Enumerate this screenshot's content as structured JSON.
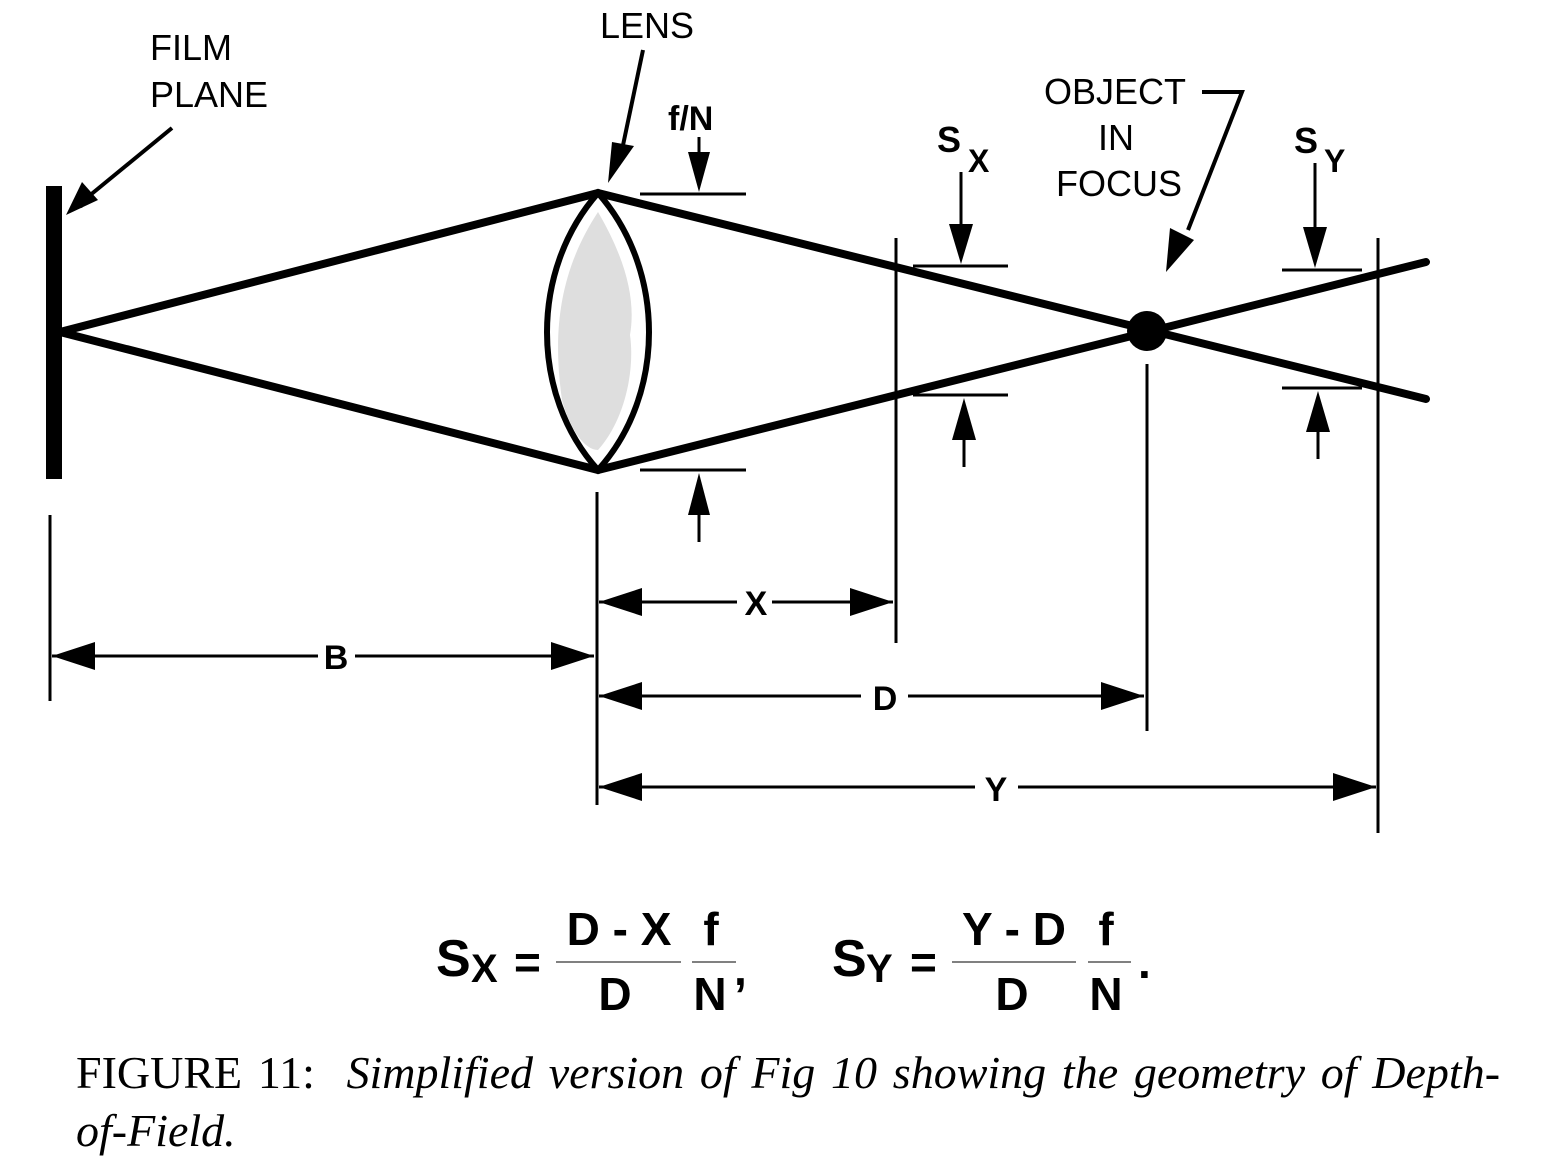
{
  "labels": {
    "film_plane": [
      "FILM",
      "PLANE"
    ],
    "lens": "LENS",
    "aperture": "f/N",
    "sx_main": "S",
    "sx_sub": "X",
    "sy_main": "S",
    "sy_sub": "Y",
    "object_in_focus": [
      "OBJECT",
      "IN",
      "FOCUS"
    ]
  },
  "dimensions": {
    "b": "B",
    "x": "X",
    "d": "D",
    "y": "Y"
  },
  "equations": {
    "sx": {
      "lhs_main": "S",
      "lhs_sub": "X",
      "equals": "=",
      "num1": "D - X",
      "den1": "D",
      "num2": "f",
      "den2": "N",
      "trail": ","
    },
    "sy": {
      "lhs_main": "S",
      "lhs_sub": "Y",
      "equals": "=",
      "num1": "Y - D",
      "den1": "D",
      "num2": "f",
      "den2": "N",
      "trail": "."
    }
  },
  "caption": {
    "figure_label": "FIGURE 11:",
    "text": "Simplified version of Fig 10 showing the geometry of Depth-of-Field."
  },
  "colors": {
    "ink": "#000000",
    "lens_fill": "#dedede",
    "fraction_bar": "#808080"
  }
}
